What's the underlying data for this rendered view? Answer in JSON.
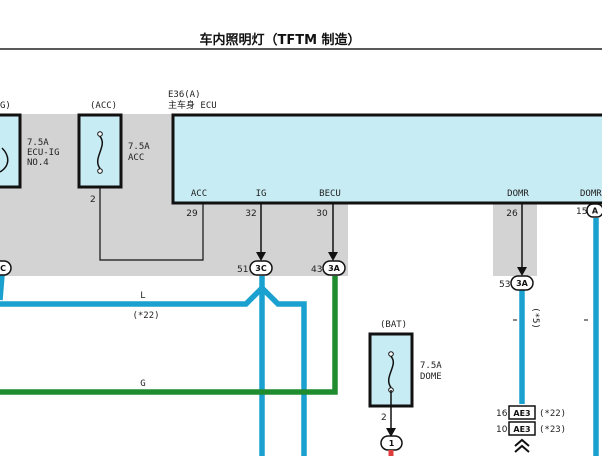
{
  "title": "车内照明灯（TFTM 制造）",
  "fuses": {
    "left": {
      "header": "G)",
      "amp": "7.5A",
      "name1": "ECU-IG",
      "name2": "NO.4"
    },
    "acc": {
      "header": "(ACC)",
      "amp": "7.5A",
      "name": "ACC",
      "pin": "2"
    },
    "bat": {
      "header": "(BAT)",
      "amp": "7.5A",
      "name": "DOME",
      "pin": "2"
    }
  },
  "ecu": {
    "code": "E36(A)",
    "name": "主车身 ECU",
    "terminals": {
      "acc": "ACC",
      "ig": "IG",
      "becu": "BECU",
      "domr": "DOMR",
      "domr2": "DOMR"
    },
    "pins": {
      "acc": "29",
      "ig": "32",
      "becu": "30",
      "domr": "26",
      "domr2": "15"
    },
    "pin15_badge": "A"
  },
  "connectors": {
    "left_badge": "C",
    "c51": {
      "num": "51",
      "badge": "3C"
    },
    "c43": {
      "num": "43",
      "badge": "3A"
    },
    "c53": {
      "num": "53",
      "badge": "3A"
    },
    "bat_badge": "1",
    "ae_top": {
      "num": "16",
      "label": "AE3",
      "note": "(*22)"
    },
    "ae_bot": {
      "num": "10",
      "label": "AE3",
      "note": "(*23)"
    }
  },
  "wires": {
    "l_label": "L",
    "l_note": "(*22)",
    "g_label": "G",
    "domr_note": "(*5)"
  },
  "colors": {
    "blue_wire": "#1ba1cf",
    "green_wire": "#1e8c2f",
    "ecu_fill": "#c8ecf4",
    "gray_area": "#d3d3d3"
  }
}
